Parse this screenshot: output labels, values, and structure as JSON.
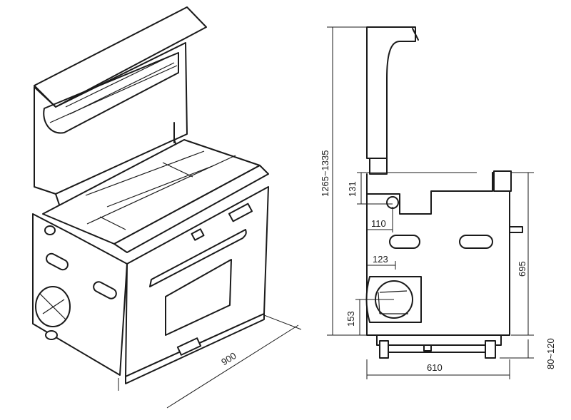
{
  "dimensions": {
    "width_900": "900",
    "height_total": "1265~1335",
    "d131": "131",
    "d110": "110",
    "d123": "123",
    "d153": "153",
    "d695": "695",
    "d610": "610",
    "feet": "80~120"
  }
}
